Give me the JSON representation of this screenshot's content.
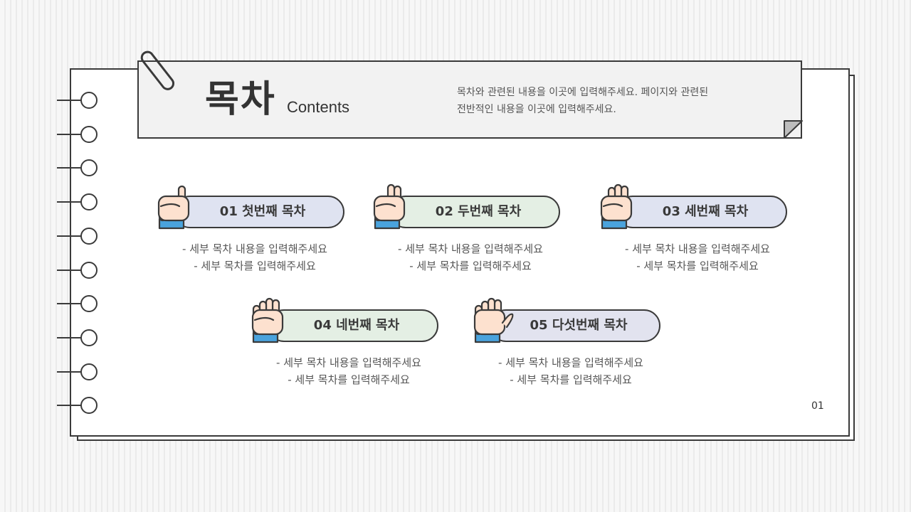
{
  "header": {
    "title": "목차",
    "subtitle": "Contents",
    "description": [
      "목차와 관련된 내용을 이곳에 입력해주세요. 페이지와 관련된",
      "전반적인 내용을 이곳에 입력해주세요."
    ]
  },
  "items": [
    {
      "number_label": "01 첫번째 목차",
      "fingers": 1,
      "color": "#dfe3f1",
      "sub": [
        "- 세부 목차 내용을 입력해주세요",
        "- 세부 목차를 입력해주세요"
      ]
    },
    {
      "number_label": "02 두번째 목차",
      "fingers": 2,
      "color": "#e4efe4",
      "sub": [
        "- 세부 목차 내용을 입력해주세요",
        "- 세부 목차를 입력해주세요"
      ]
    },
    {
      "number_label": "03 세번째 목차",
      "fingers": 3,
      "color": "#dfe3f1",
      "sub": [
        "- 세부 목차 내용을 입력해주세요",
        "- 세부 목차를 입력해주세요"
      ]
    },
    {
      "number_label": "04 네번째 목차",
      "fingers": 4,
      "color": "#e4efe4",
      "sub": [
        "- 세부 목차 내용을 입력해주세요",
        "- 세부 목차를 입력해주세요"
      ]
    },
    {
      "number_label": "05 다섯번째 목차",
      "fingers": 5,
      "color": "#e2e3ef",
      "sub": [
        "- 세부 목차 내용을 입력해주세요",
        "- 세부 목차를 입력해주세요"
      ]
    }
  ],
  "page_number": "01",
  "colors": {
    "outline": "#3a3a3a",
    "skin": "#fde1cf",
    "cuff": "#4aa3dd",
    "header_bg": "#f2f2f2"
  }
}
